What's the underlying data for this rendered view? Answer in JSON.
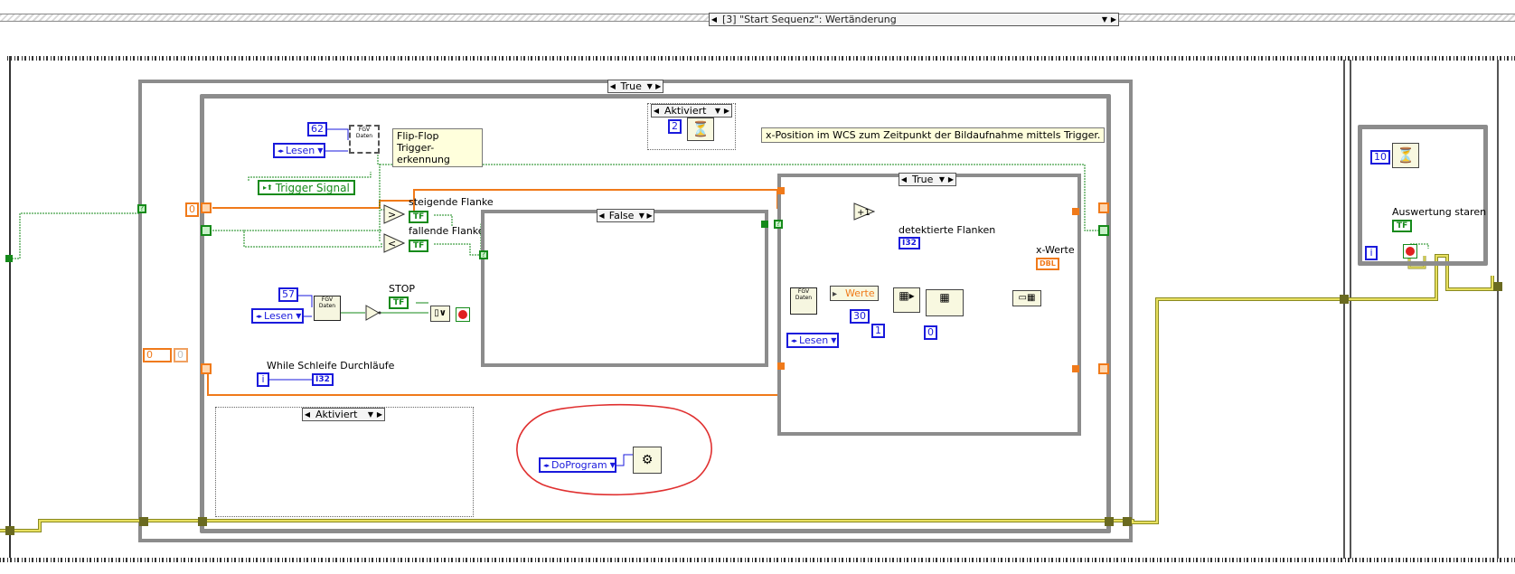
{
  "header": {
    "selector_label": "[3] \"Start Sequenz\": Wertänderung"
  },
  "cases": {
    "outer_true": "True",
    "inner_true": "True",
    "inner_false": "False",
    "disabled_top": "Aktiviert",
    "disabled_bottom": "Aktiviert"
  },
  "constants": {
    "c62": "62",
    "c57": "57",
    "c0_shift": "0",
    "c0_a": "0",
    "c0_b": "0",
    "c2": "2",
    "c10": "10",
    "c30": "30",
    "c1": "1",
    "c0_idx": "0"
  },
  "enums": {
    "lesen1": "Lesen",
    "lesen2": "Lesen",
    "lesen3": "Lesen",
    "doprogram": "DoProgram"
  },
  "labels": {
    "flipflop_note_line1": "Flip-Flop Trigger-",
    "flipflop_note_line2": "erkennung",
    "wcs_note": "x-Position im WCS zum Zeitpunkt der Bildaufnahme mittels Trigger.",
    "trigger_signal": "Trigger Signal",
    "steigende": "steigende Flanke",
    "fallende": "fallende Flanke",
    "stop": "STOP",
    "while_count": "While Schleife Durchläufe",
    "detektierte": "detektierte Flanken",
    "xwerte": "x-Werte",
    "werte": "Werte",
    "auswertung": "Auswertung staren",
    "fgv": "FGV\nDaten",
    "tf": "TF",
    "i32": "I32",
    "dbl": "DBL",
    "iter": "i"
  },
  "colors": {
    "orange_wire": "#f07a1a",
    "green_wire": "#158a1a",
    "blue_wire": "#1a1adc",
    "pink_wire": "#e020c0",
    "error_wire": "#c8c030",
    "annotation": "#e03030"
  }
}
